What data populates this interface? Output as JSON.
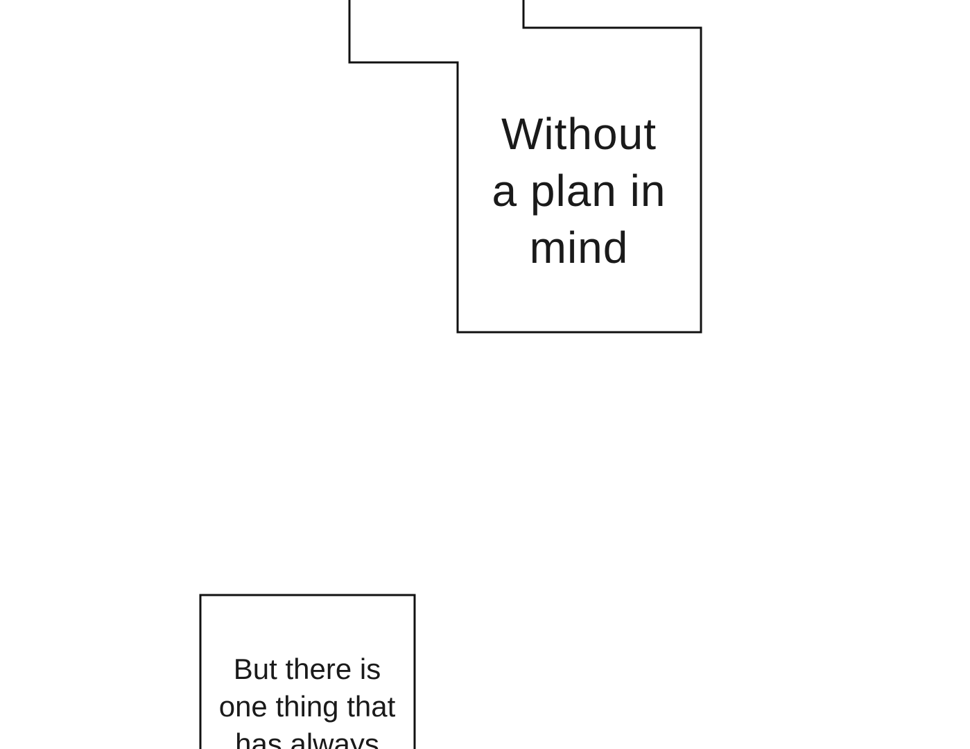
{
  "captions": {
    "top": {
      "lines": [
        "Without",
        "a plan in",
        "mind"
      ]
    },
    "bottom": {
      "lines": [
        "But there is",
        "one thing that",
        "has always"
      ]
    }
  },
  "colors": {
    "background": "#ffffff",
    "stroke": "#111111",
    "text": "#1a1a1a"
  }
}
